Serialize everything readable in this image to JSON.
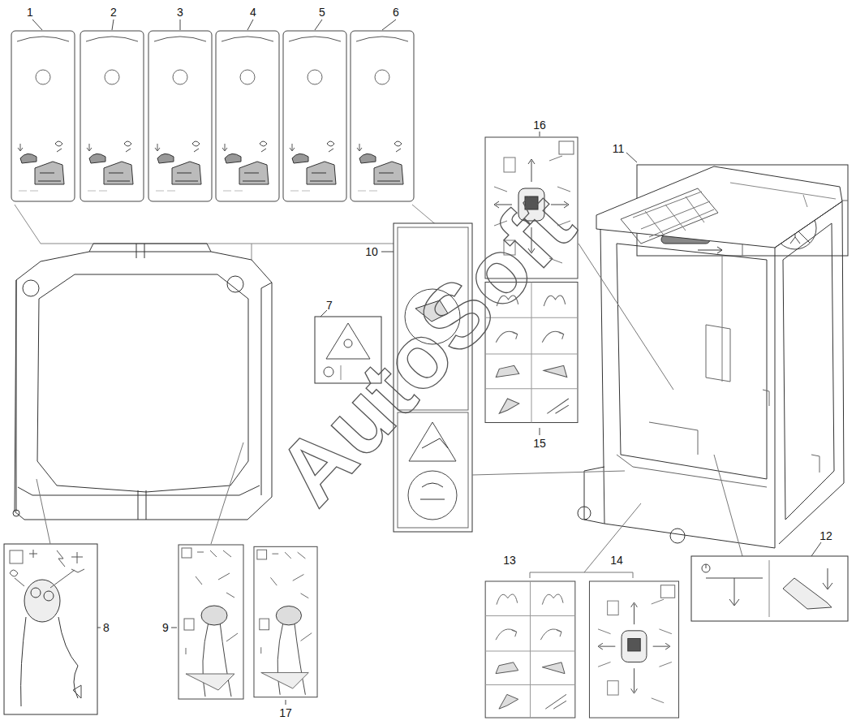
{
  "diagram": {
    "labels": [
      "1",
      "2",
      "3",
      "4",
      "5",
      "6",
      "16",
      "11",
      "10",
      "7",
      "15",
      "12",
      "13",
      "14",
      "8",
      "9",
      "17",
      "AutoSoft"
    ]
  }
}
